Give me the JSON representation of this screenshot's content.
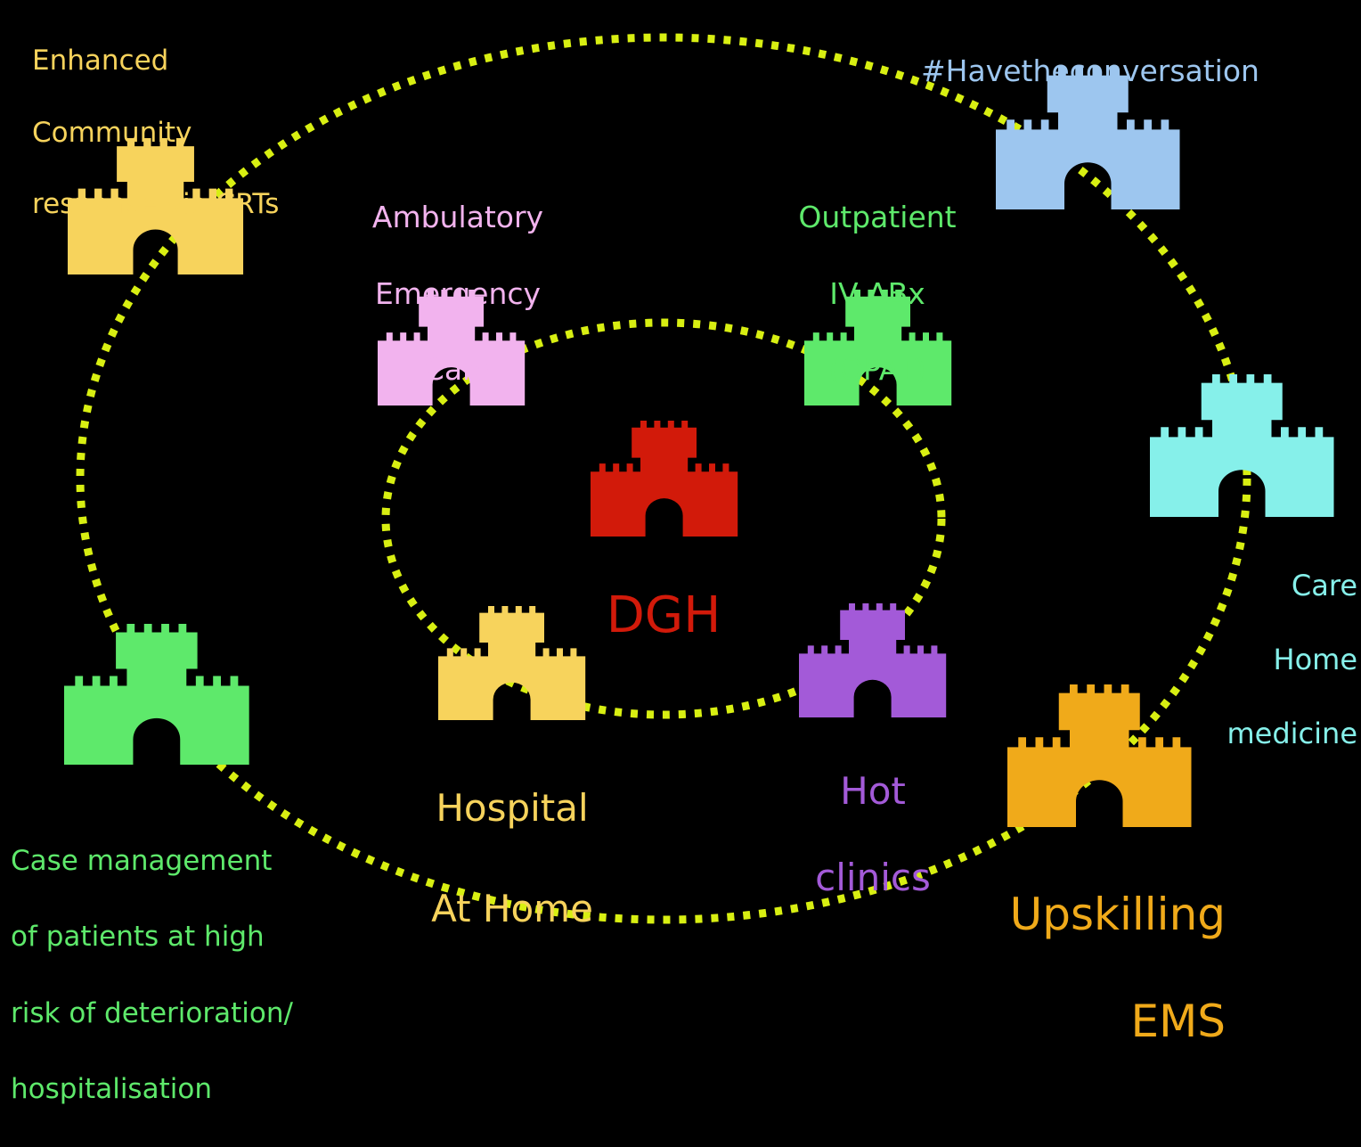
{
  "diagram": {
    "background": "#000000",
    "ring_color": "#d8ef12",
    "center": {
      "label": "DGH",
      "color": "#d21a0a"
    },
    "nodes": [
      {
        "id": "enhanced-community",
        "lines": [
          "Enhanced",
          "Community",
          "response via CRTs"
        ],
        "color": "#f7d35c"
      },
      {
        "id": "havetheconversation",
        "lines": [
          "#Havetheconversation"
        ],
        "color": "#9dc6ef"
      },
      {
        "id": "ambulatory-emergency-care",
        "lines": [
          "Ambulatory",
          "Emergency",
          "Care"
        ],
        "color": "#f2b3ee"
      },
      {
        "id": "opat",
        "lines": [
          "Outpatient",
          "IV ABx",
          "(OPAT)"
        ],
        "color": "#5ee96b"
      },
      {
        "id": "care-home-medicine",
        "lines": [
          "Care",
          "Home",
          "medicine"
        ],
        "color": "#86f0ea"
      },
      {
        "id": "case-management",
        "lines": [
          "Case management",
          "of patients at high",
          "risk of deterioration/",
          "hospitalisation"
        ],
        "color": "#5ee96b"
      },
      {
        "id": "hospital-at-home",
        "lines": [
          "Hospital",
          "At Home"
        ],
        "color": "#f7d35c"
      },
      {
        "id": "hot-clinics",
        "lines": [
          "Hot",
          "clinics"
        ],
        "color": "#a35ad8"
      },
      {
        "id": "upskilling-ems",
        "lines": [
          "Upskilling",
          "EMS"
        ],
        "color": "#f0aa1a"
      }
    ]
  }
}
